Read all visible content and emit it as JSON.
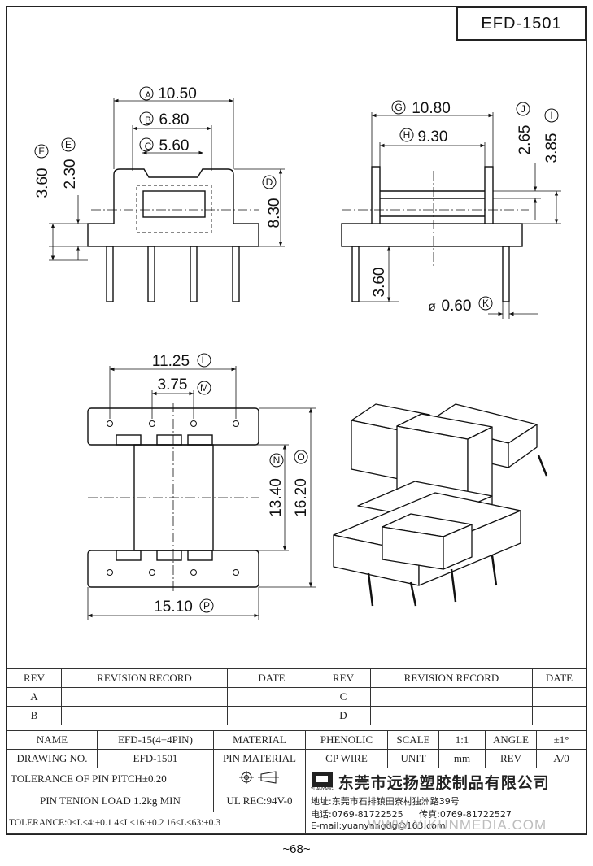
{
  "drawing_id": "EFD-1501",
  "page_number": "~68~",
  "dims": {
    "A": "10.50",
    "B": "6.80",
    "C": "5.60",
    "D": "8.30",
    "E": "2.30",
    "F": "3.60",
    "G": "10.80",
    "H": "9.30",
    "J": "2.65",
    "I": "3.85",
    "pin_len": "3.60",
    "K": "0.60",
    "L": "11.25",
    "M": "3.75",
    "N": "13.40",
    "O": "16.20",
    "P": "15.10"
  },
  "dim_labels": {
    "A": "A",
    "B": "B",
    "C": "C",
    "D": "D",
    "E": "E",
    "F": "F",
    "G": "G",
    "H": "H",
    "J": "J",
    "I": "I",
    "K": "K",
    "L": "L",
    "M": "M",
    "N": "N",
    "O": "O",
    "P": "P",
    "diameter": "ø"
  },
  "revision": {
    "headers": [
      "REV",
      "REVISION RECORD",
      "DATE",
      "REV",
      "REVISION RECORD",
      "DATE"
    ],
    "rows": [
      [
        "A",
        "",
        "",
        "C",
        "",
        ""
      ],
      [
        "B",
        "",
        "",
        "D",
        "",
        ""
      ]
    ]
  },
  "info": {
    "name_label": "NAME",
    "name_value": "EFD-15(4+4PIN)",
    "material_label": "MATERIAL",
    "material_value": "PHENOLIC",
    "scale_label": "SCALE",
    "scale_value": "1:1",
    "angle_label": "ANGLE",
    "angle_value": "±1°",
    "drawing_no_label": "DRAWING NO.",
    "drawing_no_value": "EFD-1501",
    "pin_material_label": "PIN MATERIAL",
    "pin_material_value": "CP WIRE",
    "unit_label": "UNIT",
    "unit_value": "mm",
    "rev_label": "REV",
    "rev_value": "A/0",
    "tolerance_pitch": "TOLERANCE OF PIN PITCH±0.20",
    "pin_tension": "PIN TENION LOAD 1.2kg MIN",
    "ul_rec": "UL REC:94V-0",
    "tolerance": "TOLERANCE:0<L≤4:±0.1  4<L≤16:±0.2  16<L≤63:±0.3"
  },
  "company": {
    "logo_text": "YUANYANG",
    "name": "东莞市远扬塑胶制品有限公司",
    "address": "地址:东莞市石排镇田寮村独洲路39号",
    "phone": "电话:0769-81722525",
    "fax": "传真:0769-81722527",
    "email": "E-mail:yuanyangdg@163.com"
  },
  "watermark": "WWW.YIKUNMEDIA.COM"
}
